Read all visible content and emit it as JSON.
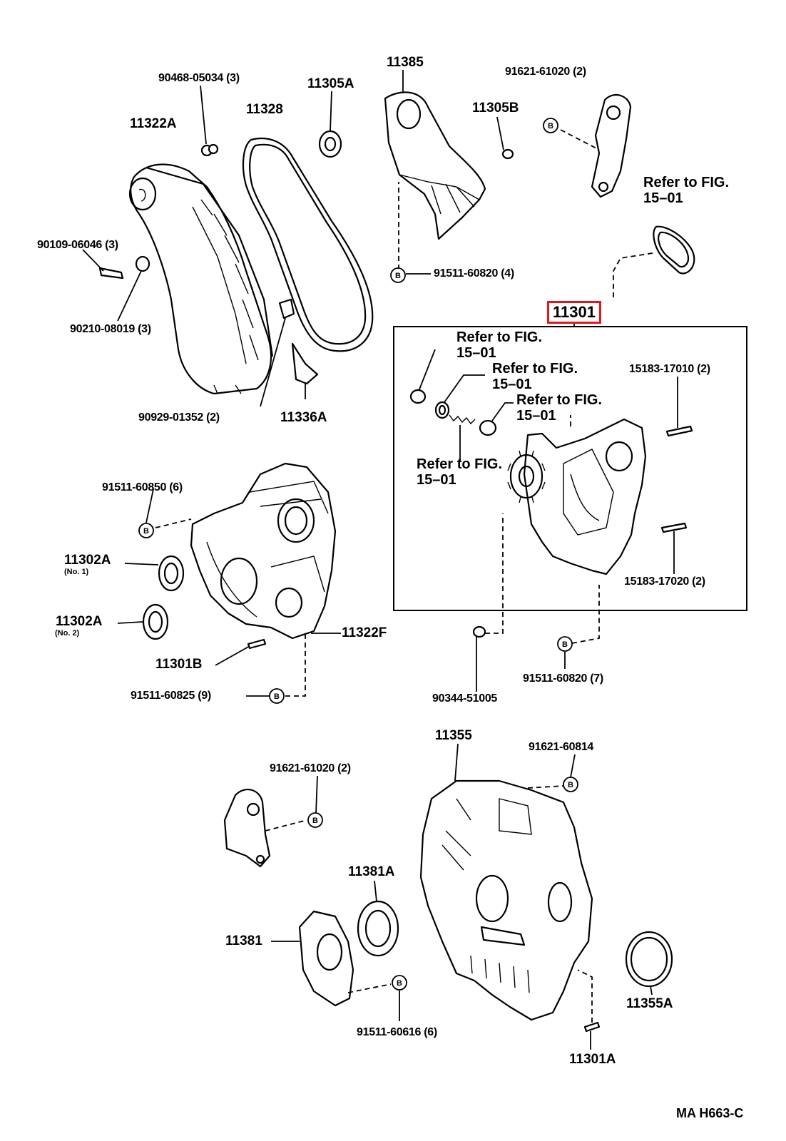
{
  "diagram": {
    "callouts": [
      {
        "id": "c1",
        "text": "90468-05034 (3)"
      },
      {
        "id": "c2",
        "text": "11305A"
      },
      {
        "id": "c3",
        "text": "11385"
      },
      {
        "id": "c4",
        "text": "91621-61020 (2)"
      },
      {
        "id": "c5",
        "text": "11328"
      },
      {
        "id": "c6",
        "text": "11305B"
      },
      {
        "id": "c7",
        "text": "11322A"
      },
      {
        "id": "c8",
        "text": "Refer to FIG. 15–01"
      },
      {
        "id": "c9",
        "text": "90109-06046 (3)"
      },
      {
        "id": "c10",
        "text": "91511-60820 (4)"
      },
      {
        "id": "c11",
        "text": "90210-08019 (3)"
      },
      {
        "id": "c12",
        "text": "11301",
        "highlighted": true,
        "highlight_color": "#e4161b"
      },
      {
        "id": "c13",
        "text": "Refer to FIG. 15–01"
      },
      {
        "id": "c14",
        "text": "Refer to FIG. 15–01"
      },
      {
        "id": "c15",
        "text": "15183-17010 (2)"
      },
      {
        "id": "c16",
        "text": "Refer to FIG. 15–01"
      },
      {
        "id": "c17",
        "text": "90929-01352 (2)"
      },
      {
        "id": "c18",
        "text": "11336A"
      },
      {
        "id": "c19",
        "text": "Refer to FIG. 15–01"
      },
      {
        "id": "c20",
        "text": "91511-60850 (6)"
      },
      {
        "id": "c21",
        "text": "11302A"
      },
      {
        "id": "c22",
        "text": "(No. 1)"
      },
      {
        "id": "c23",
        "text": "15183-17020 (2)"
      },
      {
        "id": "c24",
        "text": "11302A"
      },
      {
        "id": "c25",
        "text": "(No. 2)"
      },
      {
        "id": "c26",
        "text": "11322F"
      },
      {
        "id": "c27",
        "text": "11301B"
      },
      {
        "id": "c28",
        "text": "91511-60820 (7)"
      },
      {
        "id": "c29",
        "text": "91511-60825 (9)"
      },
      {
        "id": "c30",
        "text": "90344-51005"
      },
      {
        "id": "c31",
        "text": "11355"
      },
      {
        "id": "c32",
        "text": "91621-60814"
      },
      {
        "id": "c33",
        "text": "91621-61020 (2)"
      },
      {
        "id": "c34",
        "text": "11381A"
      },
      {
        "id": "c35",
        "text": "11381"
      },
      {
        "id": "c36",
        "text": "11355A"
      },
      {
        "id": "c37",
        "text": "91511-60616 (6)"
      },
      {
        "id": "c38",
        "text": "11301A"
      }
    ],
    "bolt_marker": "B",
    "drawing_code": "MA H663-C"
  }
}
